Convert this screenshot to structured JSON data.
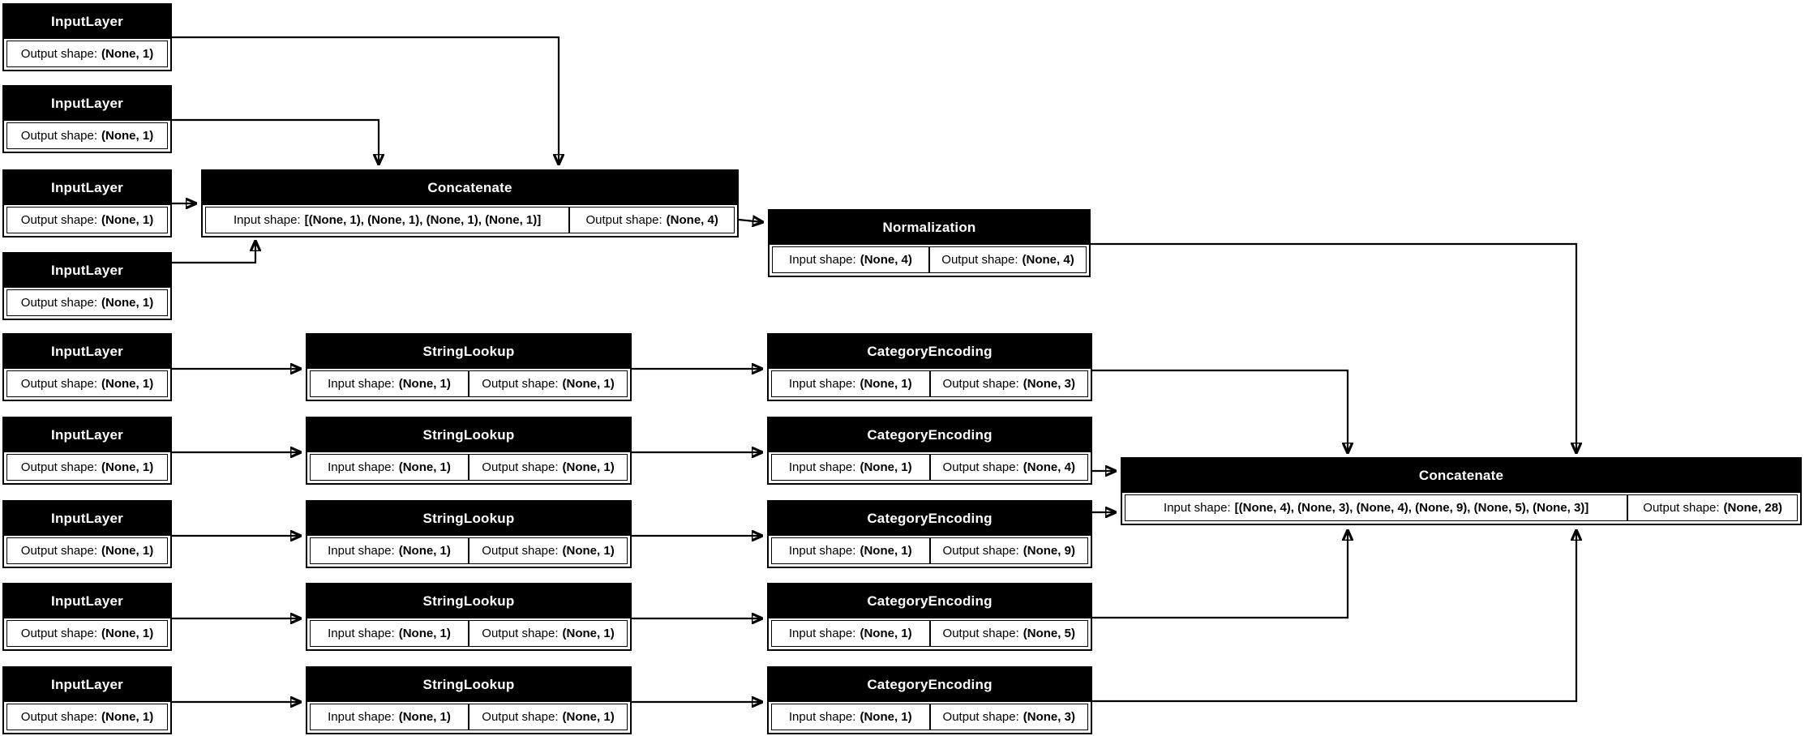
{
  "diagram": {
    "kind": "keras-model-plot",
    "colors": {
      "background": "#ffffff",
      "node_title_fill": "#000000",
      "node_title_text": "#ffffff",
      "node_body_fill": "#ffffff",
      "node_body_text": "#000000",
      "edge": "#000000"
    }
  },
  "labels": {
    "input": "Input shape:",
    "output": "Output shape:"
  },
  "nodes": {
    "input_1": {
      "title": "InputLayer",
      "output_shape": "(None, 1)"
    },
    "input_2": {
      "title": "InputLayer",
      "output_shape": "(None, 1)"
    },
    "input_3": {
      "title": "InputLayer",
      "output_shape": "(None, 1)"
    },
    "input_4": {
      "title": "InputLayer",
      "output_shape": "(None, 1)"
    },
    "concat_1": {
      "title": "Concatenate",
      "input_shape": "[(None, 1), (None, 1), (None, 1), (None, 1)]",
      "output_shape": "(None, 4)"
    },
    "normalization": {
      "title": "Normalization",
      "input_shape": "(None, 4)",
      "output_shape": "(None, 4)"
    },
    "row1_input": {
      "title": "InputLayer",
      "output_shape": "(None, 1)"
    },
    "row1_lookup": {
      "title": "StringLookup",
      "input_shape": "(None, 1)",
      "output_shape": "(None, 1)"
    },
    "row1_encoding": {
      "title": "CategoryEncoding",
      "input_shape": "(None, 1)",
      "output_shape": "(None, 3)"
    },
    "row2_input": {
      "title": "InputLayer",
      "output_shape": "(None, 1)"
    },
    "row2_lookup": {
      "title": "StringLookup",
      "input_shape": "(None, 1)",
      "output_shape": "(None, 1)"
    },
    "row2_encoding": {
      "title": "CategoryEncoding",
      "input_shape": "(None, 1)",
      "output_shape": "(None, 4)"
    },
    "row3_input": {
      "title": "InputLayer",
      "output_shape": "(None, 1)"
    },
    "row3_lookup": {
      "title": "StringLookup",
      "input_shape": "(None, 1)",
      "output_shape": "(None, 1)"
    },
    "row3_encoding": {
      "title": "CategoryEncoding",
      "input_shape": "(None, 1)",
      "output_shape": "(None, 9)"
    },
    "row4_input": {
      "title": "InputLayer",
      "output_shape": "(None, 1)"
    },
    "row4_lookup": {
      "title": "StringLookup",
      "input_shape": "(None, 1)",
      "output_shape": "(None, 1)"
    },
    "row4_encoding": {
      "title": "CategoryEncoding",
      "input_shape": "(None, 1)",
      "output_shape": "(None, 5)"
    },
    "row5_input": {
      "title": "InputLayer",
      "output_shape": "(None, 1)"
    },
    "row5_lookup": {
      "title": "StringLookup",
      "input_shape": "(None, 1)",
      "output_shape": "(None, 1)"
    },
    "row5_encoding": {
      "title": "CategoryEncoding",
      "input_shape": "(None, 1)",
      "output_shape": "(None, 3)"
    },
    "concat_2": {
      "title": "Concatenate",
      "input_shape": "[(None, 4), (None, 3), (None, 4), (None, 9), (None, 5), (None, 3)]",
      "output_shape": "(None, 28)"
    }
  }
}
